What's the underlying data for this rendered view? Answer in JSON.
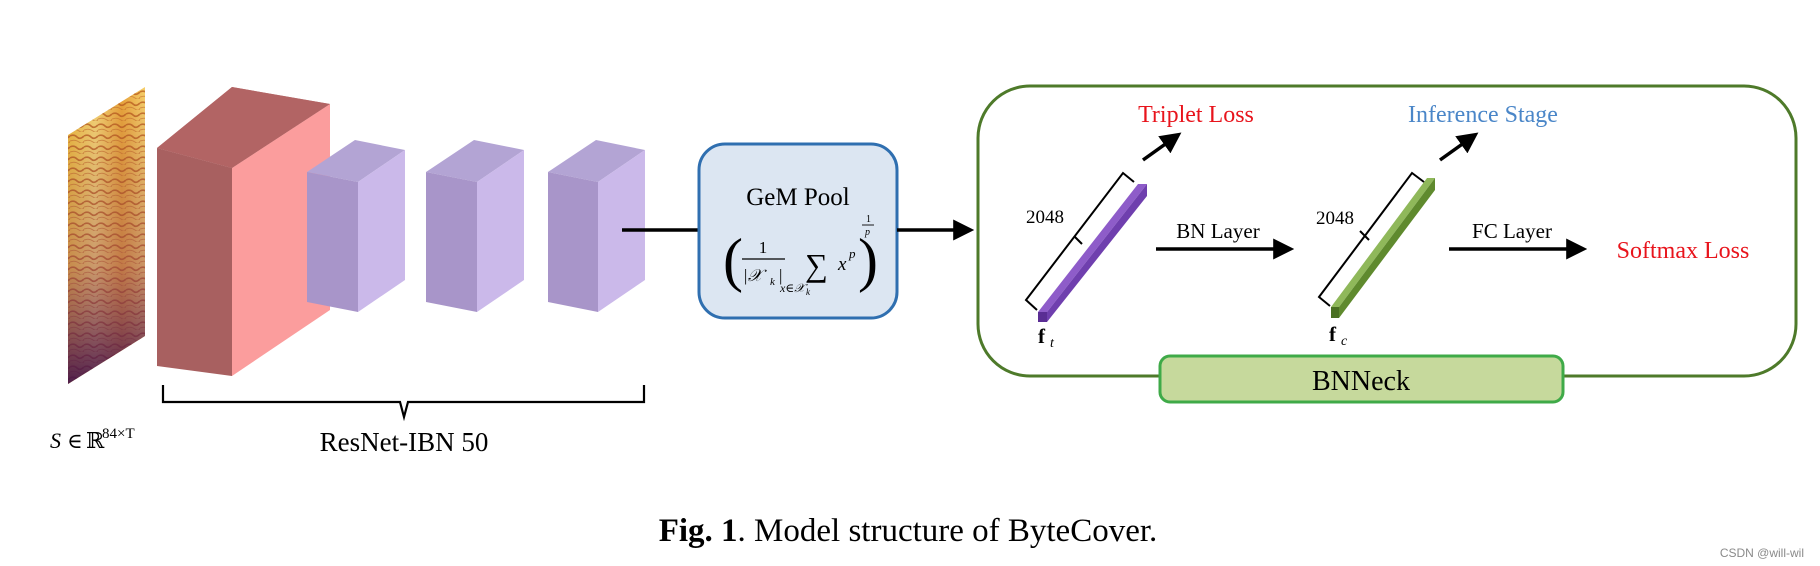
{
  "input": {
    "label_s": "S",
    "label_in": "∈",
    "label_r": "ℝ",
    "label_sup": "84×T"
  },
  "backbone": {
    "label": "ResNet-IBN 50"
  },
  "gem": {
    "title": "GeM Pool",
    "formula_one": "1",
    "formula_xk": "|𝒳",
    "formula_k": "k",
    "formula_bar": "|",
    "formula_sum": "∑",
    "formula_x": "x",
    "formula_p": "p",
    "formula_sub": "x∈𝒳",
    "formula_sub_k": "k",
    "exp_num": "1",
    "exp_den": "p"
  },
  "bnneck": {
    "label": "BNNeck",
    "triplet_loss": "Triplet Loss",
    "inference_stage": "Inference Stage",
    "bn_layer": "BN Layer",
    "fc_layer": "FC Layer",
    "softmax_loss": "Softmax Loss",
    "dim_t": "2048",
    "dim_c": "2048",
    "ft_main": "f",
    "ft_sub": "t",
    "fc_main": "f",
    "fc_sub": "c"
  },
  "caption": {
    "bold": "Fig. 1",
    "text": ". Model structure of ByteCover."
  },
  "watermark": "CSDN @will-wil",
  "colors": {
    "red_label": "#e8141c",
    "blue_label": "#4a86c8",
    "gem_fill": "#dce6f2",
    "gem_stroke": "#2f6fb0",
    "bnneck_stroke": "#4e7a2a",
    "bnneck_fill": "#c6d99c",
    "bnneck_label_stroke": "#3faa48"
  }
}
